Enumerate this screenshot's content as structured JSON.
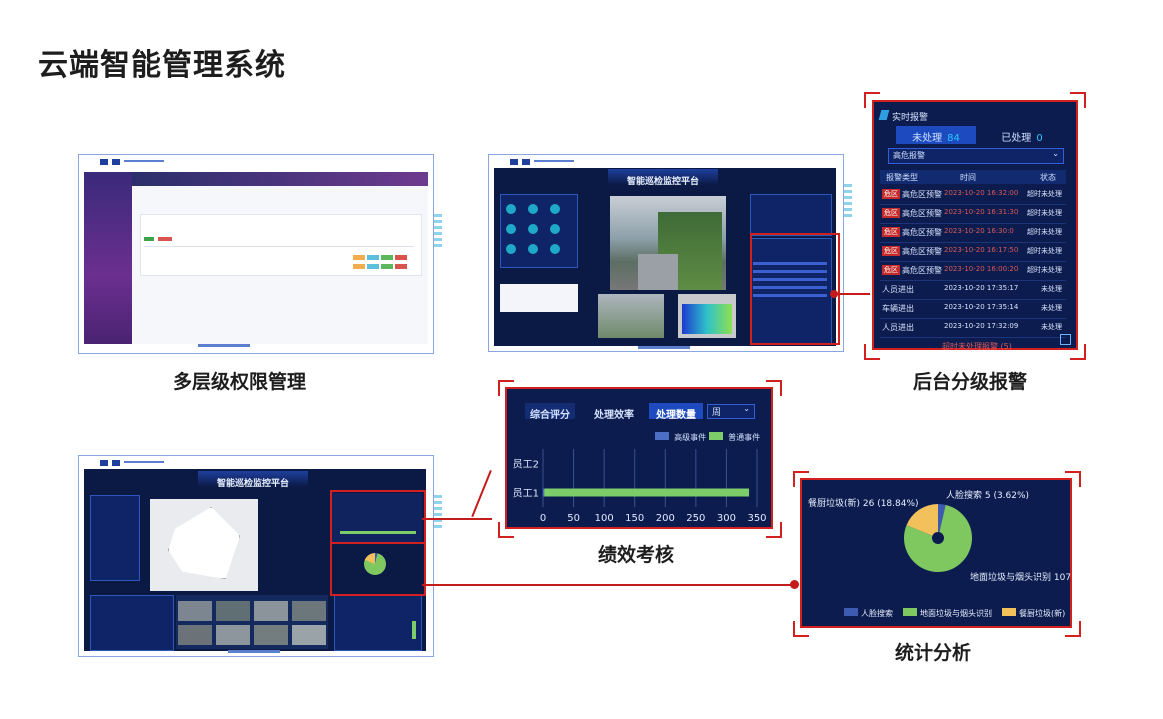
{
  "title": "云端智能管理系统",
  "captions": {
    "permission": "多层级权限管理",
    "alarm": "后台分级报警",
    "performance": "绩效考核",
    "statistics": "统计分析"
  },
  "alarm_panel": {
    "header": "实时报警",
    "tabs": [
      {
        "label": "未处理",
        "count": "84"
      },
      {
        "label": "已处理",
        "count": "0"
      }
    ],
    "filter": "高危报警",
    "columns": [
      "报警类型",
      "时间",
      "状态"
    ],
    "rows": [
      {
        "badge": "危区",
        "type": "高危区预警",
        "time": "2023-10-20 16:32:00",
        "status": "超时未处理"
      },
      {
        "badge": "危区",
        "type": "高危区预警",
        "time": "2023-10-20 16:31:30",
        "status": "超时未处理"
      },
      {
        "badge": "危区",
        "type": "高危区预警",
        "time": "2023-10-20 16:30:0",
        "status": "超时未处理"
      },
      {
        "badge": "危区",
        "type": "高危区预警",
        "time": "2023-10-20 16:17:50",
        "status": "超时未处理"
      },
      {
        "badge": "危区",
        "type": "高危区预警",
        "time": "2023-10-20 16:00:20",
        "status": "超时未处理"
      },
      {
        "badge": "",
        "type": "人员进出",
        "time": "2023-10-20 17:35:17",
        "status": "未处理"
      },
      {
        "badge": "",
        "type": "车辆进出",
        "time": "2023-10-20 17:35:14",
        "status": "未处理"
      },
      {
        "badge": "",
        "type": "人员进出",
        "time": "2023-10-20 17:32:09",
        "status": "未处理"
      }
    ],
    "footer": "超时未处理报警 (5)"
  },
  "performance_panel": {
    "tabs": [
      "综合评分",
      "处理效率",
      "处理数量"
    ],
    "dropdown": "周",
    "legend": [
      "高级事件",
      "普通事件"
    ],
    "colors": {
      "high": "#4a6fc4",
      "normal": "#7ccc6a"
    }
  },
  "chart_data": [
    {
      "type": "bar",
      "orientation": "horizontal",
      "categories": [
        "员工2",
        "员工1"
      ],
      "series": [
        {
          "name": "高级事件",
          "values": [
            0,
            2
          ]
        },
        {
          "name": "普通事件",
          "values": [
            0,
            335
          ]
        }
      ],
      "xticks": [
        "0",
        "50",
        "100",
        "150",
        "200",
        "250",
        "300",
        "350"
      ],
      "xlim": [
        0,
        350
      ],
      "grid": true,
      "legend_position": "top-right"
    },
    {
      "type": "pie",
      "labels": [
        "人脸搜索",
        "地面垃圾与烟头识别",
        "餐厨垃圾(新)"
      ],
      "values": [
        5,
        107,
        26
      ],
      "data_labels": [
        "人脸搜索 5 (3.62%)",
        "地面垃圾与烟头识别 107 (",
        "餐厨垃圾(新) 26 (18.84%)"
      ],
      "colors": [
        "#3d5bb0",
        "#7fc75f",
        "#f2c15b"
      ],
      "legend_position": "bottom"
    }
  ],
  "platform_title": "智能巡检监控平台",
  "platform_title_b": "智能巡检监控平台"
}
